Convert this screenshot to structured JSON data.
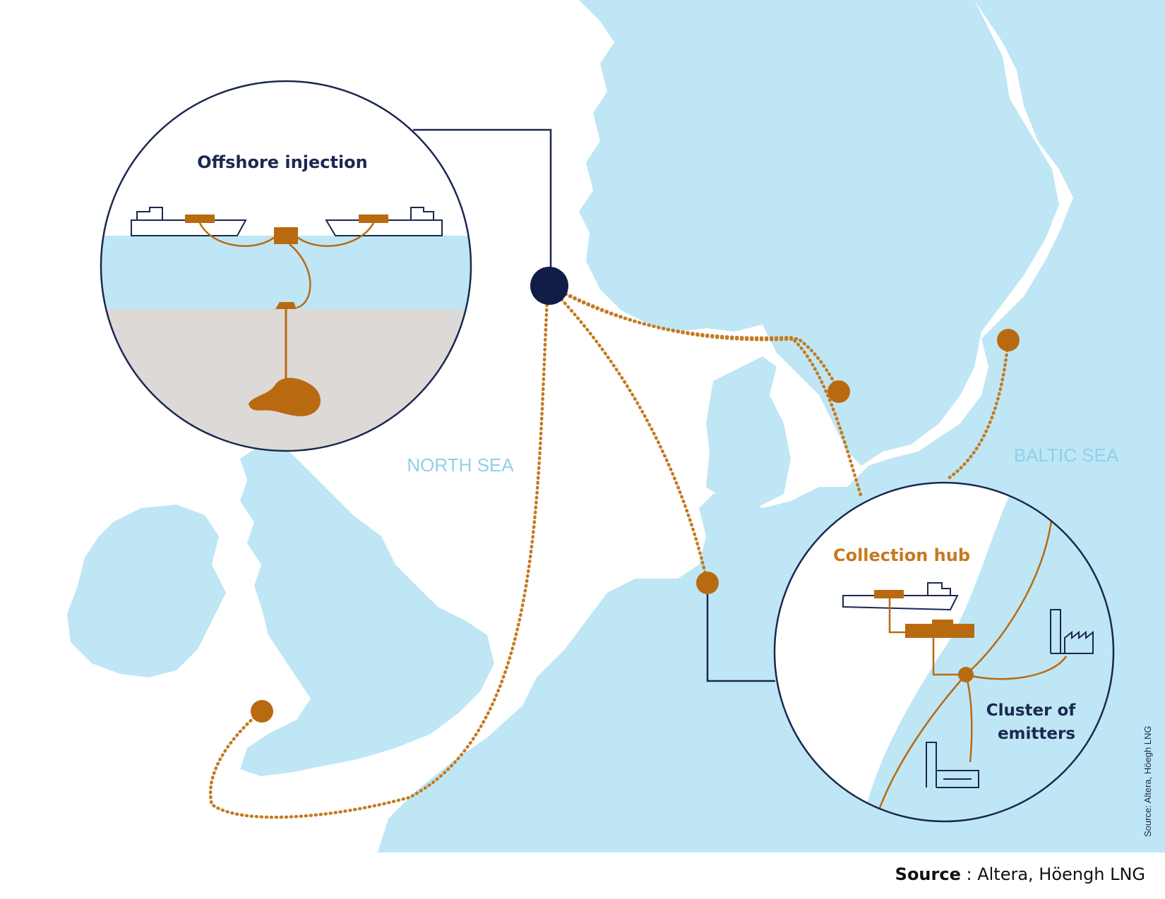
{
  "labels": {
    "offshore_injection": "Offshore injection",
    "collection_hub": "Collection hub",
    "cluster_line1": "Cluster of",
    "cluster_line2": "emitters",
    "north_sea": "NORTH SEA",
    "baltic_sea": "BALTIC SEA",
    "vertical_source": "Source: Altera, Höegh LNG"
  },
  "footer": {
    "source_label": "Source",
    "source_text": " : Altera, Höengh LNG"
  },
  "colors": {
    "sea": "#bfe6f5",
    "land": "#ffffff",
    "navy": "#1b2850",
    "orange": "#b96a10",
    "seabed": "#dcd9d7"
  }
}
